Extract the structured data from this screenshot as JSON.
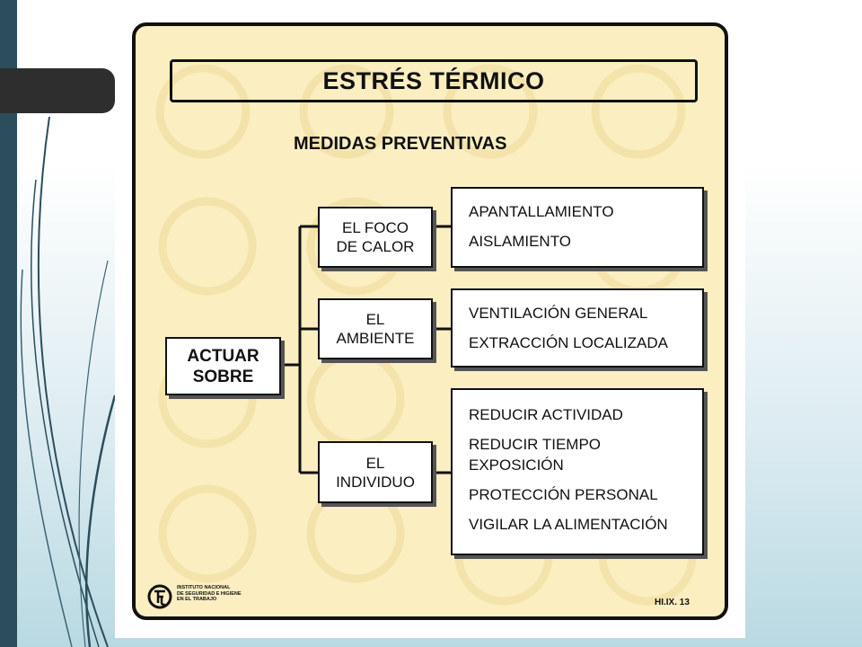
{
  "slide": {
    "card": {
      "title": "ESTRÉS TÉRMICO",
      "subtitle": "MEDIDAS PREVENTIVAS",
      "root": {
        "line1": "ACTUAR",
        "line2": "SOBRE"
      },
      "branches": [
        {
          "label_line1": "EL FOCO",
          "label_line2": "DE CALOR",
          "measures": [
            "APANTALLAMIENTO",
            "AISLAMIENTO"
          ]
        },
        {
          "label_line1": "EL",
          "label_line2": "AMBIENTE",
          "measures": [
            "VENTILACIÓN GENERAL",
            "EXTRACCIÓN LOCALIZADA"
          ]
        },
        {
          "label_line1": "EL",
          "label_line2": "INDIVIDUO",
          "measures": [
            "REDUCIR ACTIVIDAD",
            "REDUCIR TIEMPO",
            "EXPOSICIÓN",
            "PROTECCIÓN PERSONAL",
            "VIGILAR LA ALIMENTACIÓN"
          ]
        }
      ],
      "footer": {
        "institution_lines": [
          "INSTITUTO NACIONAL",
          "DE SEGURIDAD E HIGIENE",
          "EN EL TRABAJO"
        ],
        "code": "HI.IX. 13"
      }
    },
    "colors": {
      "card_bg": "#fbeec1",
      "sidebar": "#2c4d5c",
      "ink": "#111111"
    }
  }
}
